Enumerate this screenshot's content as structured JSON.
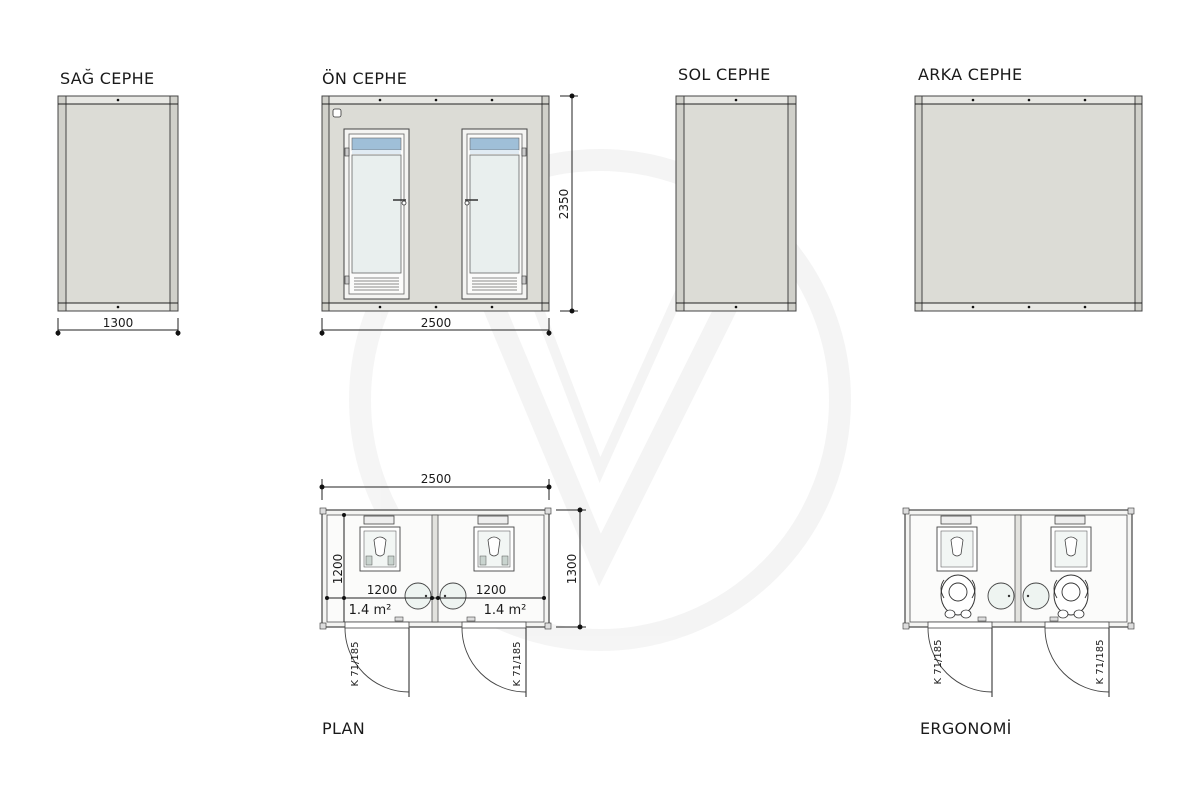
{
  "labels": {
    "sag_cephe": "SAĞ CEPHE",
    "on_cephe": "ÖN CEPHE",
    "sol_cephe": "SOL CEPHE",
    "arka_cephe": "ARKA CEPHE",
    "plan": "PLAN",
    "ergonomi": "ERGONOMİ"
  },
  "dimensions": {
    "sag_width": "1300",
    "on_width": "2500",
    "on_height": "2350",
    "plan_width": "2500",
    "plan_depth": "1300",
    "cabin_depth": "1200",
    "cabin_width_left": "1200",
    "cabin_width_right": "1200",
    "door_left": "K 71/185",
    "door_right": "K 71/185",
    "ergo_door_left": "K 71/185",
    "ergo_door_right": "K 71/185"
  },
  "areas": {
    "left": "1.4 m²",
    "right": "1.4 m²"
  },
  "colors": {
    "panel": "#dcdcd6",
    "stroke": "#444444",
    "watermark": "#ececec",
    "glass_band": "#9fbfd8"
  }
}
